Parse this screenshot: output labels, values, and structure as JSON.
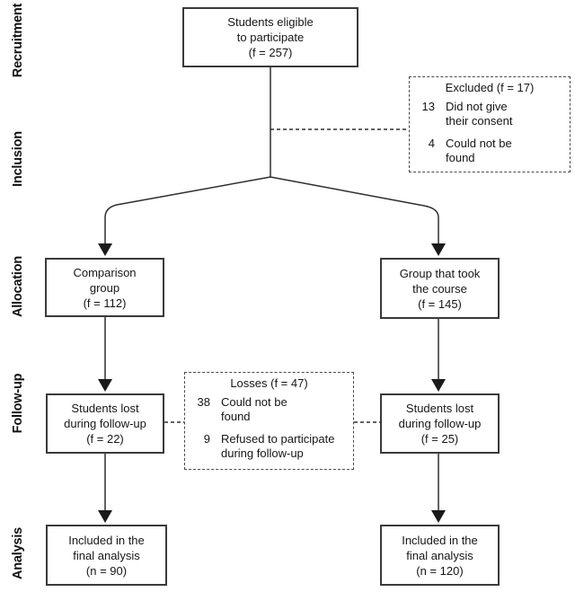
{
  "figure": {
    "background": "#ffffff",
    "line_color": "#2e2e2e",
    "text_color": "#161616"
  },
  "stage_labels": [
    {
      "label": "Recruitment"
    },
    {
      "label": "Inclusion"
    },
    {
      "label": "Allocation"
    },
    {
      "label": "Follow-up"
    },
    {
      "label": "Analysis"
    }
  ],
  "boxes": {
    "eligible": {
      "lines": [
        "Students eligible",
        "to participate",
        "(f = 257)"
      ]
    },
    "excluded": {
      "title": "Excluded (f = 17)",
      "items": [
        {
          "count": "13",
          "lines": [
            "Did not give",
            "their consent"
          ]
        },
        {
          "count": "4",
          "lines": [
            "Could not be",
            "found"
          ]
        }
      ]
    },
    "comparison": {
      "lines": [
        "Comparison",
        "group",
        "(f = 112)"
      ]
    },
    "course": {
      "lines": [
        "Group that took",
        "the course",
        "(f = 145)"
      ]
    },
    "losses": {
      "title": "Losses (f = 47)",
      "items": [
        {
          "count": "38",
          "lines": [
            "Could not be",
            "found"
          ]
        },
        {
          "count": "9",
          "lines": [
            "Refused to participate",
            "during follow-up"
          ]
        }
      ]
    },
    "lost_left": {
      "lines": [
        "Students lost",
        "during follow-up",
        "(f = 22)"
      ]
    },
    "lost_right": {
      "lines": [
        "Students lost",
        "during follow-up",
        "(f = 25)"
      ]
    },
    "final_left": {
      "lines": [
        "Included in the",
        "final analysis",
        "(n = 90)"
      ]
    },
    "final_right": {
      "lines": [
        "Included in the",
        "final analysis",
        "(n = 120)"
      ]
    }
  }
}
